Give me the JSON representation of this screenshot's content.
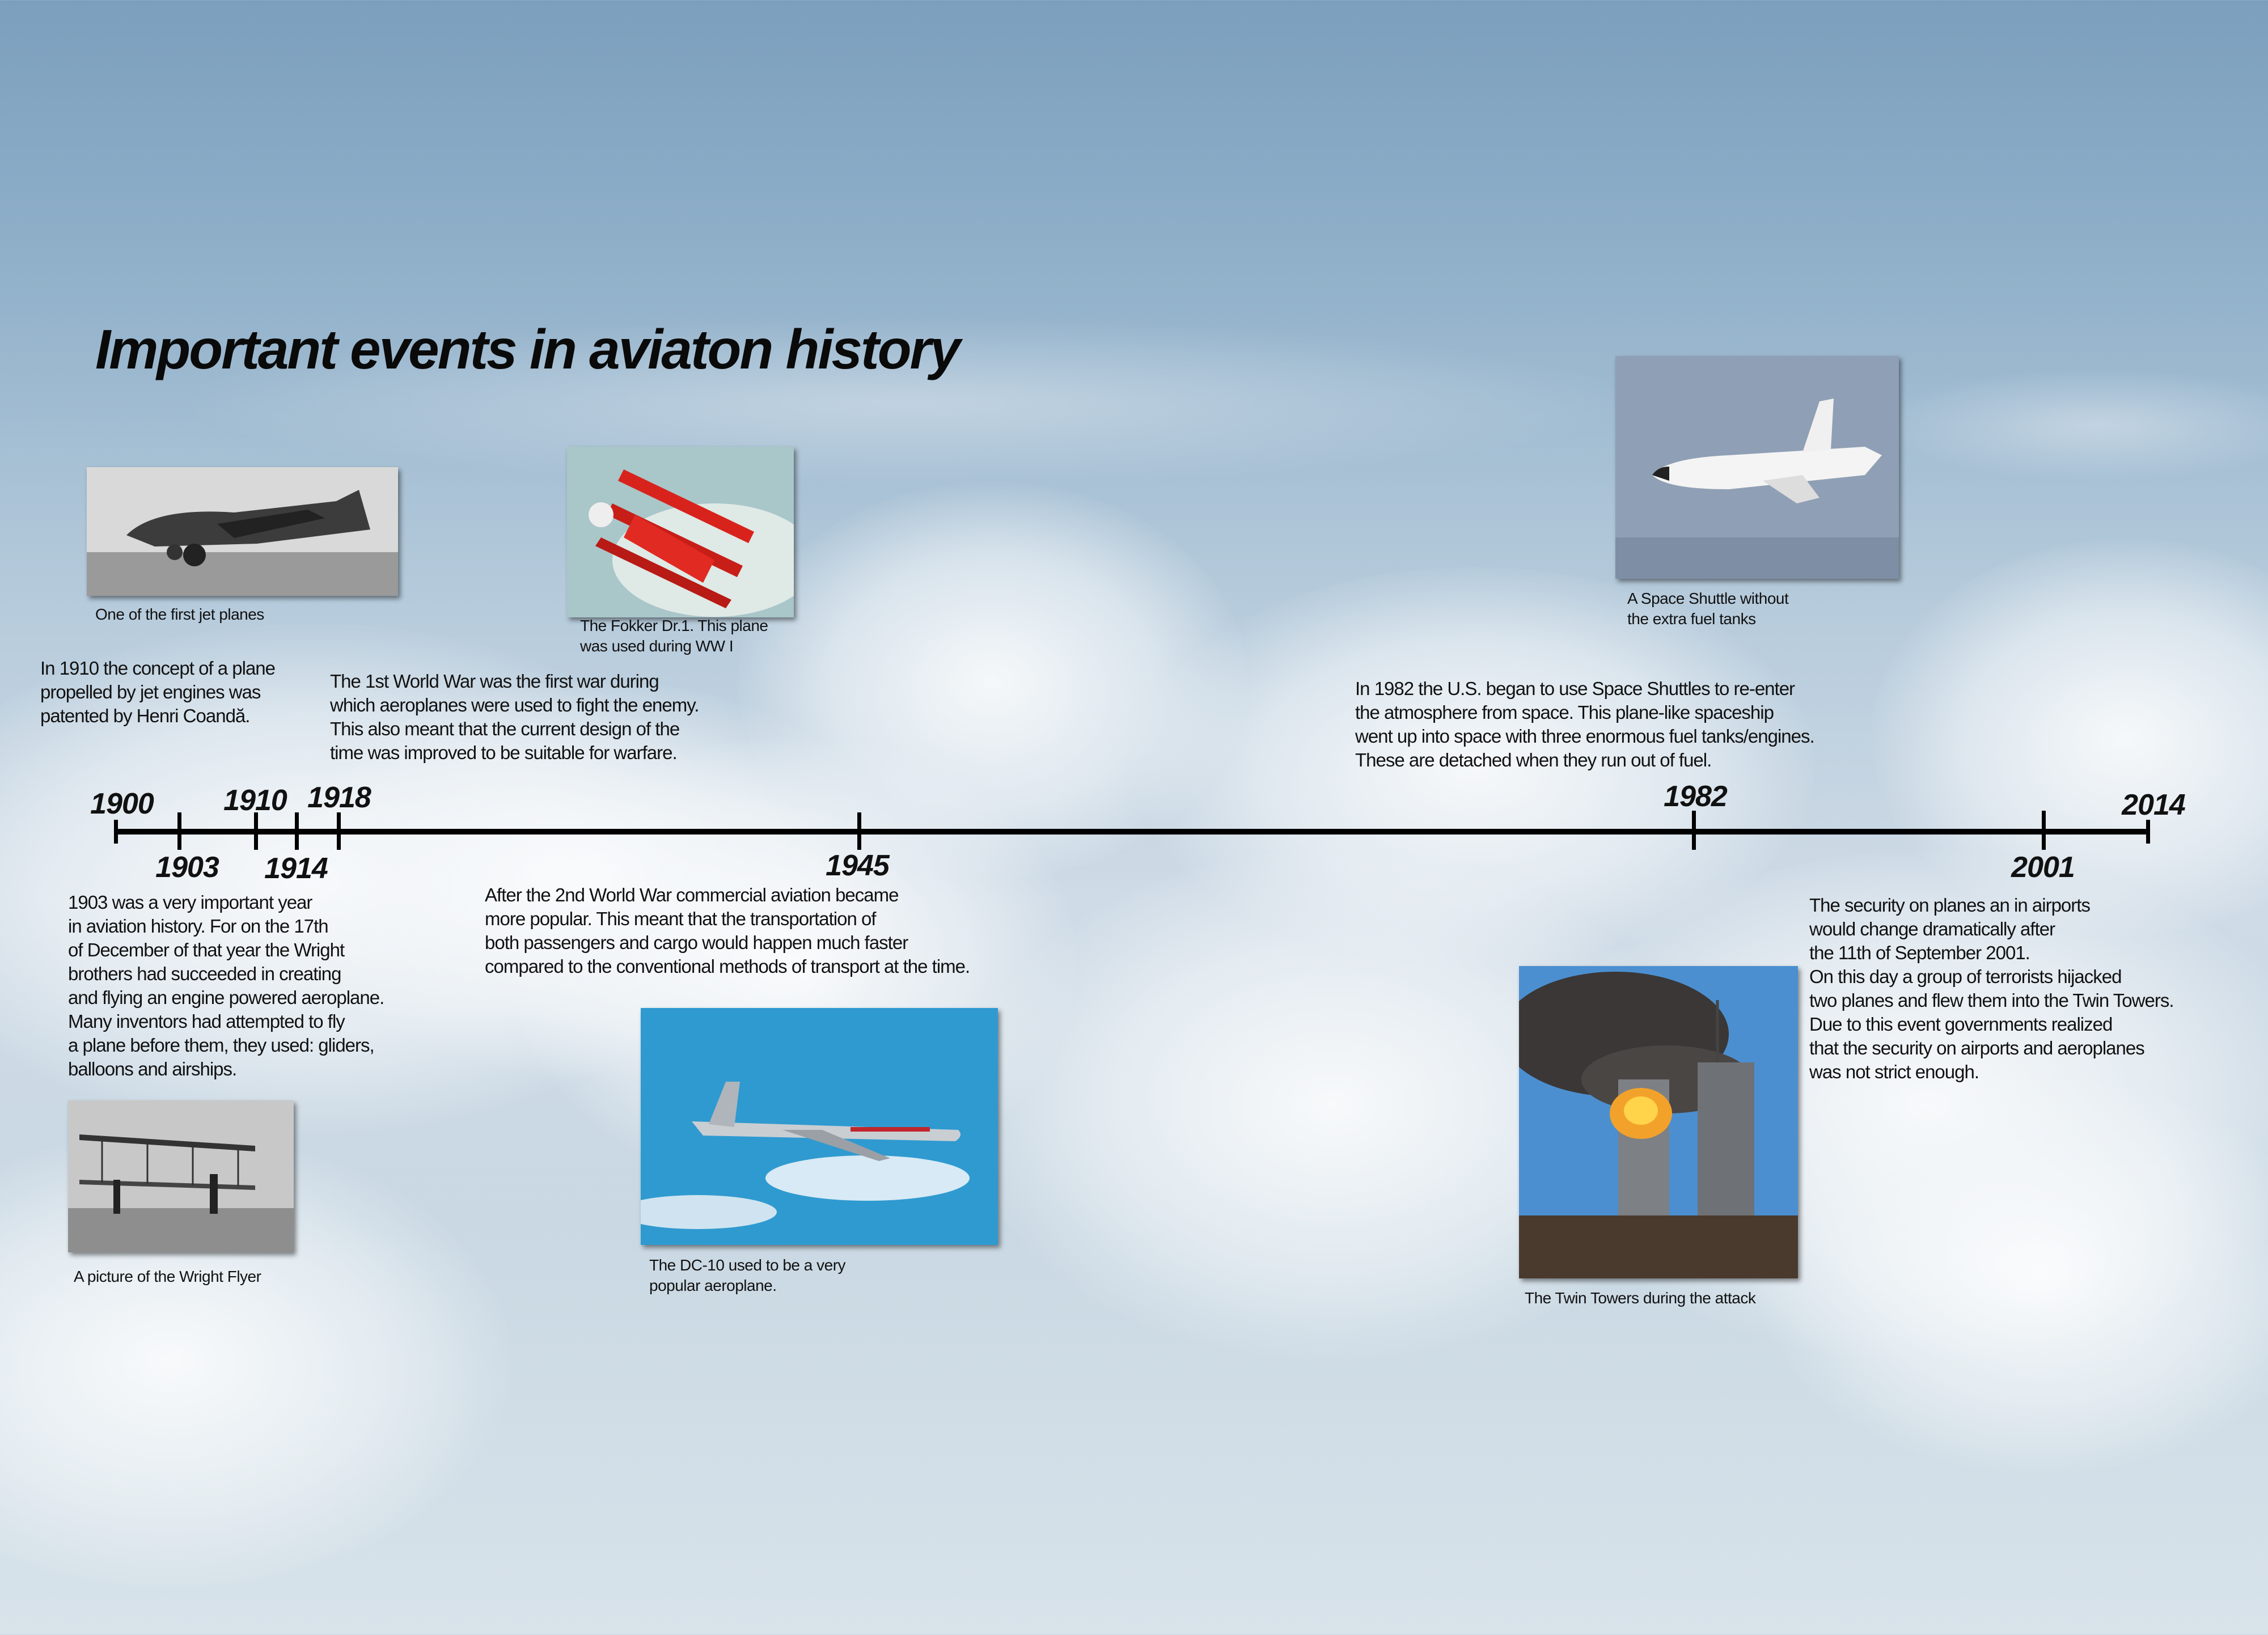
{
  "title": "Important events in aviaton history",
  "timeline": {
    "years": [
      "1900",
      "1903",
      "1910",
      "1914",
      "1918",
      "1945",
      "1982",
      "2001",
      "2014"
    ]
  },
  "events": {
    "e1910": "In 1910 the concept of a plane\npropelled by jet engines was\npatented by Henri Coandă.",
    "e1918": "The 1st World War was the first war during\nwhich aeroplanes were used to fight the enemy.\nThis also meant that the current design of the\ntime was improved to be suitable for warfare.",
    "e1982": "In 1982 the U.S. began to use Space Shuttles to re-enter\nthe atmosphere from space. This plane-like spaceship\nwent up into space with three enormous fuel tanks/engines.\nThese are detached when they run out of fuel.",
    "e1903": "1903 was a very important year\nin aviation history. For on the 17th\nof December of that year the Wright\nbrothers had succeeded in creating\nand flying an engine powered aeroplane.\nMany inventors had attempted to fly\na plane before them, they used: gliders,\nballoons and airships.",
    "e1945": "After the 2nd World War commercial aviation became\nmore popular. This meant that the transportation of\nboth passengers and cargo would happen much faster\ncompared to the conventional methods of transport at the time.",
    "e2001": "The security on planes an in airports\nwould change dramatically after\nthe 11th of September 2001.\nOn this day a group of terrorists hijacked\ntwo planes and flew them into the Twin Towers.\nDue to this event governments realized\nthat the security on airports and aeroplanes\nwas not strict enough."
  },
  "captions": {
    "jet": "One of the first jet planes",
    "fokker": "The Fokker Dr.1. This plane\nwas used during WW I",
    "shuttle": "A Space Shuttle without\nthe extra fuel tanks",
    "wright": "A picture of the Wright Flyer",
    "dc10": "The DC-10 used to be a very\npopular aeroplane.",
    "towers": "The Twin Towers during the attack"
  }
}
